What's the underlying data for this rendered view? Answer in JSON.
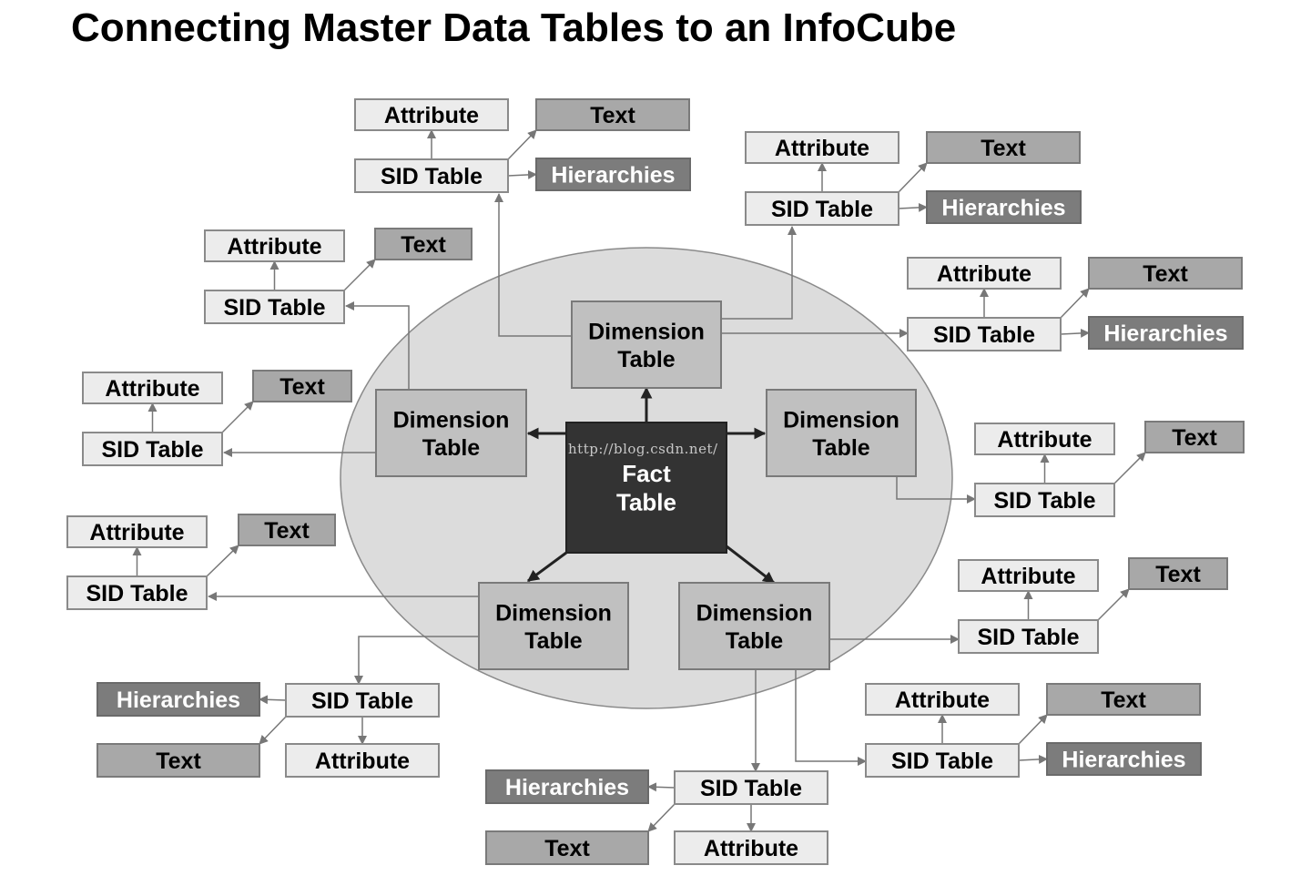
{
  "title": "Connecting Master Data Tables to an InfoCube",
  "watermark": "http://blog.csdn.net/",
  "fact_label": [
    "Fact",
    "Table"
  ],
  "dimension_label": [
    "Dimension",
    "Table"
  ],
  "labels": {
    "sid": "SID Table",
    "attribute": "Attribute",
    "text": "Text",
    "hierarchies": "Hierarchies"
  },
  "colors": {
    "ellipse_fill": "#dcdcdc",
    "fact_fill": "#333333",
    "dimension_fill": "#c0c0c0",
    "sid_fill": "#ececec",
    "attribute_fill": "#ececec",
    "text_fill": "#a8a8a8",
    "hierarchies_fill": "#7c7c7c",
    "line": "#777777"
  }
}
